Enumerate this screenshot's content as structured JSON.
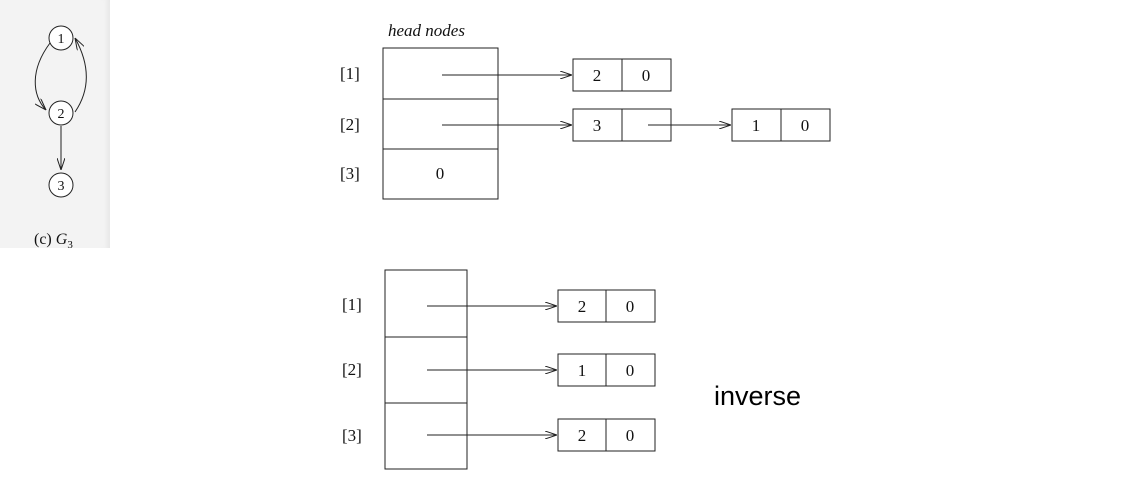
{
  "graph": {
    "nodes": [
      "1",
      "2",
      "3"
    ],
    "caption_prefix": "(c) ",
    "caption_letter": "G",
    "caption_sub": "3"
  },
  "top_list": {
    "heading": "head nodes",
    "rows": [
      {
        "index": "[1]",
        "head": "",
        "nodes": [
          {
            "vertex": "2",
            "link": "0"
          }
        ]
      },
      {
        "index": "[2]",
        "head": "",
        "nodes": [
          {
            "vertex": "3",
            "link": ""
          },
          {
            "vertex": "1",
            "link": "0"
          }
        ]
      },
      {
        "index": "[3]",
        "head": "0",
        "nodes": []
      }
    ]
  },
  "bottom_list": {
    "rows": [
      {
        "index": "[1]",
        "head": "",
        "nodes": [
          {
            "vertex": "2",
            "link": "0"
          }
        ]
      },
      {
        "index": "[2]",
        "head": "",
        "nodes": [
          {
            "vertex": "1",
            "link": "0"
          }
        ]
      },
      {
        "index": "[3]",
        "head": "",
        "nodes": [
          {
            "vertex": "2",
            "link": "0"
          }
        ]
      }
    ]
  },
  "annotation": "inverse"
}
